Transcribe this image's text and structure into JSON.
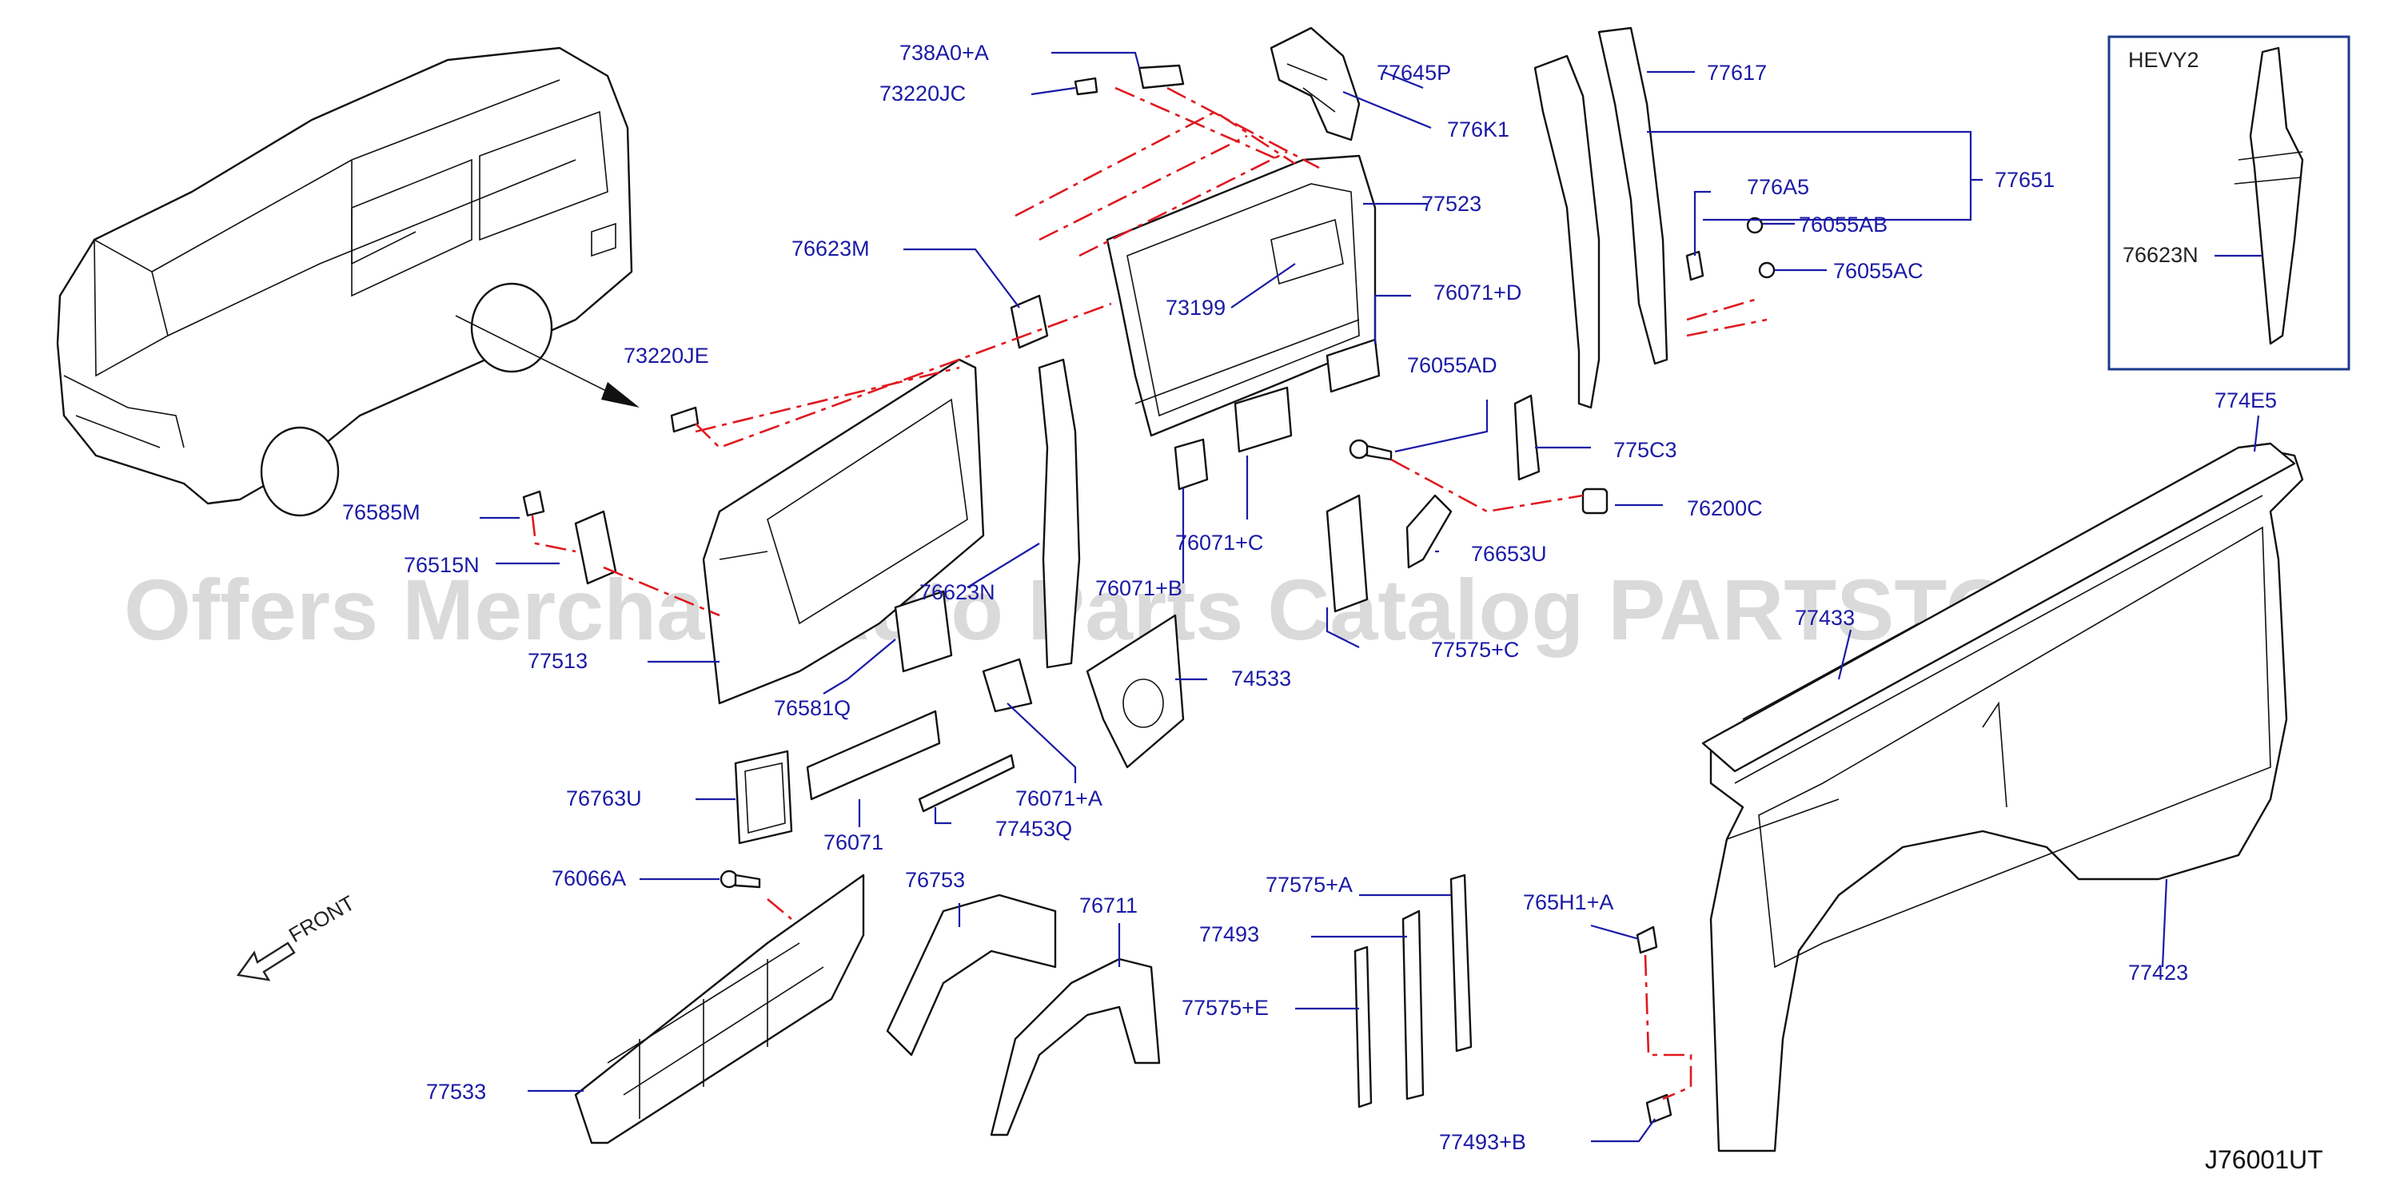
{
  "inset_label": "HEVY2",
  "diagram_code": "J76001UT",
  "front_label": "FRONT",
  "watermark": "Offers Merchant Auto Parts Catalog PARTSTORE.SA",
  "colors": {
    "label": "#1a1aa6",
    "leader": "#1a1aa6",
    "dash_line": "#e0191f",
    "line_art": "#111111",
    "watermark": "#bdbdbd"
  },
  "icons": {
    "front_arrow": "arrow-left-down-icon"
  },
  "part_labels": [
    "738A0+A",
    "73220JC",
    "77645P",
    "77617",
    "776K1",
    "77523",
    "77651",
    "776A5",
    "76055AB",
    "76055AC",
    "76623M",
    "73199",
    "76071+D",
    "73220JE",
    "76055AD",
    "775C3",
    "76200C",
    "76653U",
    "76585M",
    "76515N",
    "76071+C",
    "76623N",
    "76071+B",
    "77513",
    "76581Q",
    "77575+C",
    "74533",
    "76071+A",
    "76763U",
    "76071",
    "77453Q",
    "76066A",
    "76753",
    "76711",
    "77575+A",
    "77493",
    "77575+E",
    "765H1+A",
    "77533",
    "77493+B",
    "774E5",
    "77433",
    "77423",
    "76623N"
  ]
}
